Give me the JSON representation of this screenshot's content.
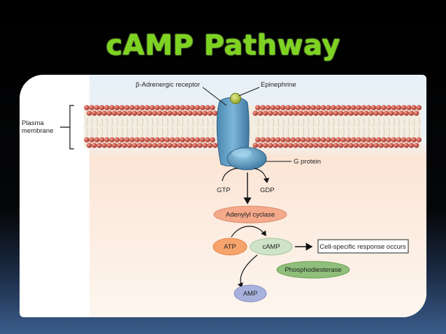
{
  "slide": {
    "title": "cAMP Pathway"
  },
  "diagram": {
    "labels": {
      "receptor": "β-Adrenergic receptor",
      "epinephrine": "Epinephrine",
      "plasma_line1": "Plasma",
      "plasma_line2": "membrane",
      "g_protein": "G protein",
      "gtp": "GTP",
      "gdp": "GDP",
      "adenylyl": "Adenylyl cyclase",
      "atp": "ATP",
      "camp": "cAMP",
      "response": "Cell-specific response occurs",
      "phosphodiesterase": "Phosphodiesterase",
      "amp": "AMP"
    },
    "colors": {
      "title_green": "#7ed321",
      "phospholipid_head": "#c8564a",
      "receptor_blue": "#5b9cc4",
      "epinephrine_olive": "#a8b83a",
      "adenylyl_fill": "#f4a98a",
      "atp_fill": "#f6a46c",
      "camp_fill": "#cfe3c8",
      "phosphodiesterase_fill": "#8fbf7a",
      "amp_fill": "#a7b1dc"
    }
  }
}
